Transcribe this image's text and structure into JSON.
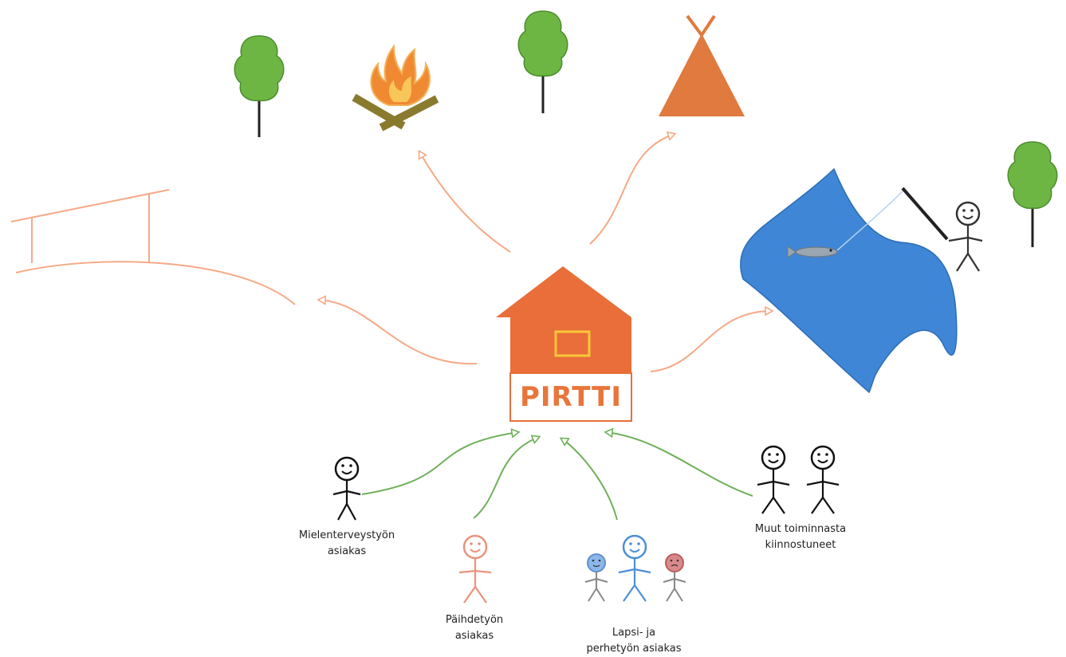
{
  "house": {
    "label": "PIRTTI"
  },
  "groups": {
    "mental_health": {
      "line1": "Mielenterveystyön",
      "line2": "asiakas"
    },
    "substance_abuse": {
      "line1": "Päihdetyön",
      "line2": "asiakas"
    },
    "child_family": {
      "line1": "Lapsi- ja",
      "line2": "perhetyön asiakas"
    },
    "others": {
      "line1": "Muut toiminnasta",
      "line2": "kiinnostuneet"
    }
  },
  "activities": [
    {
      "icon": "campfire-icon"
    },
    {
      "icon": "tent-icon"
    },
    {
      "icon": "lake-fishing-icon"
    },
    {
      "icon": "skiing-slope-icon"
    }
  ],
  "colors": {
    "house": "#e96e3a",
    "outgoing_arrow": "#f6a986",
    "incoming_arrow": "#6fb05a",
    "lake": "#3f86d6",
    "tree": "#6db644",
    "tent": "#e07a3e"
  }
}
